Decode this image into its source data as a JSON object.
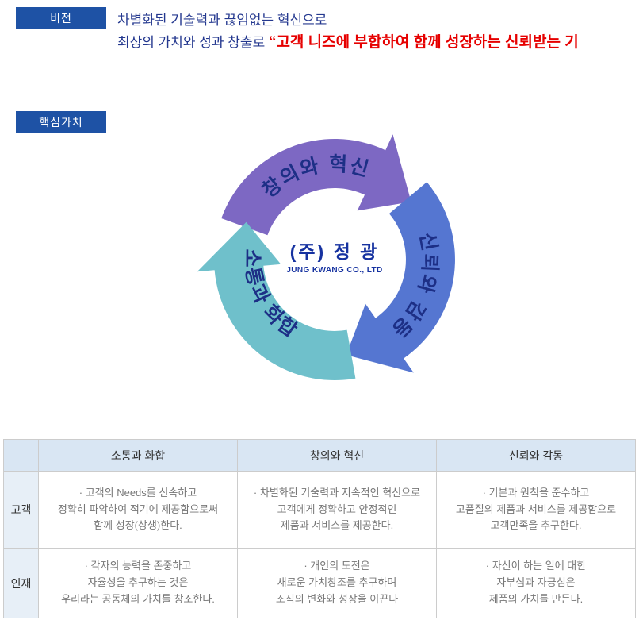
{
  "vision": {
    "label": "비전",
    "line1": "차별화된 기술력과 끊임없는 혁신으로",
    "line2_prefix": "최상의 가치와 성과 창출로 ",
    "line2_highlight": "“고객 니즈에 부합하여 함께 성장하는 신뢰받는 기"
  },
  "core_values": {
    "label": "핵심가치",
    "diagram": {
      "top_arrow": {
        "label": "창의와 혁신",
        "color": "#7d68c3"
      },
      "right_arrow": {
        "label": "신뢰와 감동",
        "color": "#5576d1"
      },
      "left_arrow": {
        "label": "소통과 화합",
        "color": "#6fc0cb"
      },
      "logo": {
        "korean": "(주) 정 광",
        "english": "JUNG KWANG CO., LTD"
      }
    }
  },
  "table": {
    "headers": [
      "",
      "소통과 화합",
      "창의와 혁신",
      "신뢰와 감동"
    ],
    "rows": [
      {
        "label": "고객",
        "cells": [
          "· 고객의 Needs를 신속하고\n정확히 파악하여 적기에 제공함으로써\n함께 성장(상생)한다.",
          "· 차별화된 기술력과 지속적인 혁신으로\n고객에게 정확하고 안정적인\n제품과 서비스를 제공한다.",
          "· 기본과 원칙을 준수하고\n고품질의 제품과 서비스를 제공함으로\n고객만족을 추구한다."
        ]
      },
      {
        "label": "인재",
        "cells": [
          "· 각자의 능력을 존중하고\n자율성을 추구하는 것은\n우리라는 공동체의 가치를 창조한다.",
          "· 개인의 도전은\n새로운 가치창조를 추구하며\n조직의 변화와 성장을 이끈다",
          "· 자신이 하는 일에 대한\n자부심과 자긍심은\n제품의 가치를 만든다."
        ]
      }
    ]
  },
  "colors": {
    "primary_blue": "#1e52a5",
    "navy_text": "#24388f",
    "highlight_red": "#e60000",
    "arc_label_navy": "#1d2f86",
    "table_header_bg": "#d9e6f3",
    "table_label_bg": "#e7eff7"
  }
}
